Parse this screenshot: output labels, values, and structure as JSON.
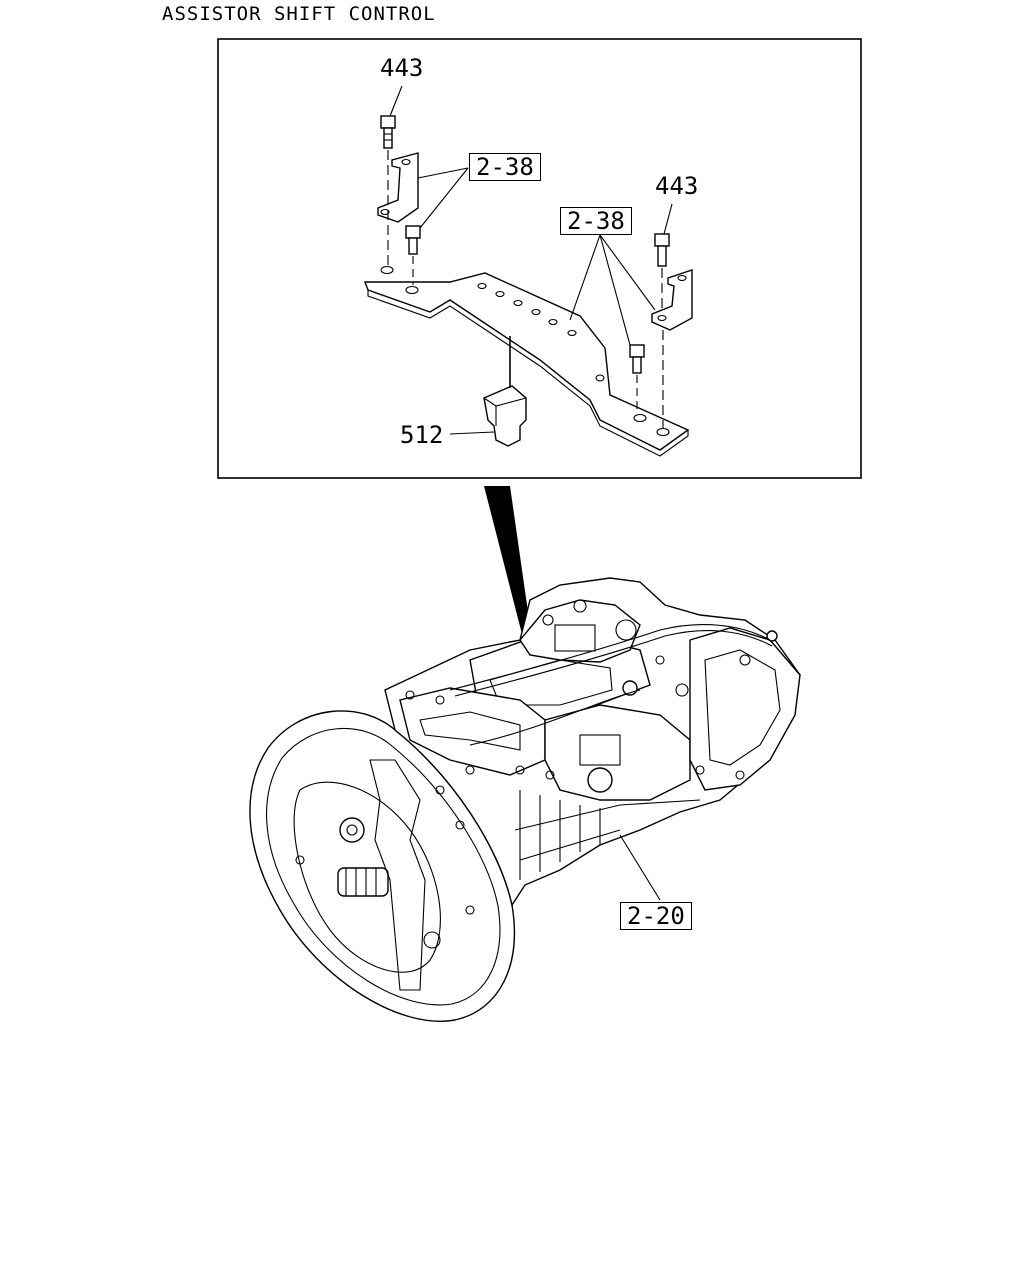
{
  "title": "ASSISTOR SHIFT CONTROL",
  "callouts": {
    "bolt_top_left": "443",
    "bolt_top_right": "443",
    "ref_top_left": "2-38",
    "ref_mid_right": "2-38",
    "clip": "512",
    "transmission": "2-20"
  }
}
